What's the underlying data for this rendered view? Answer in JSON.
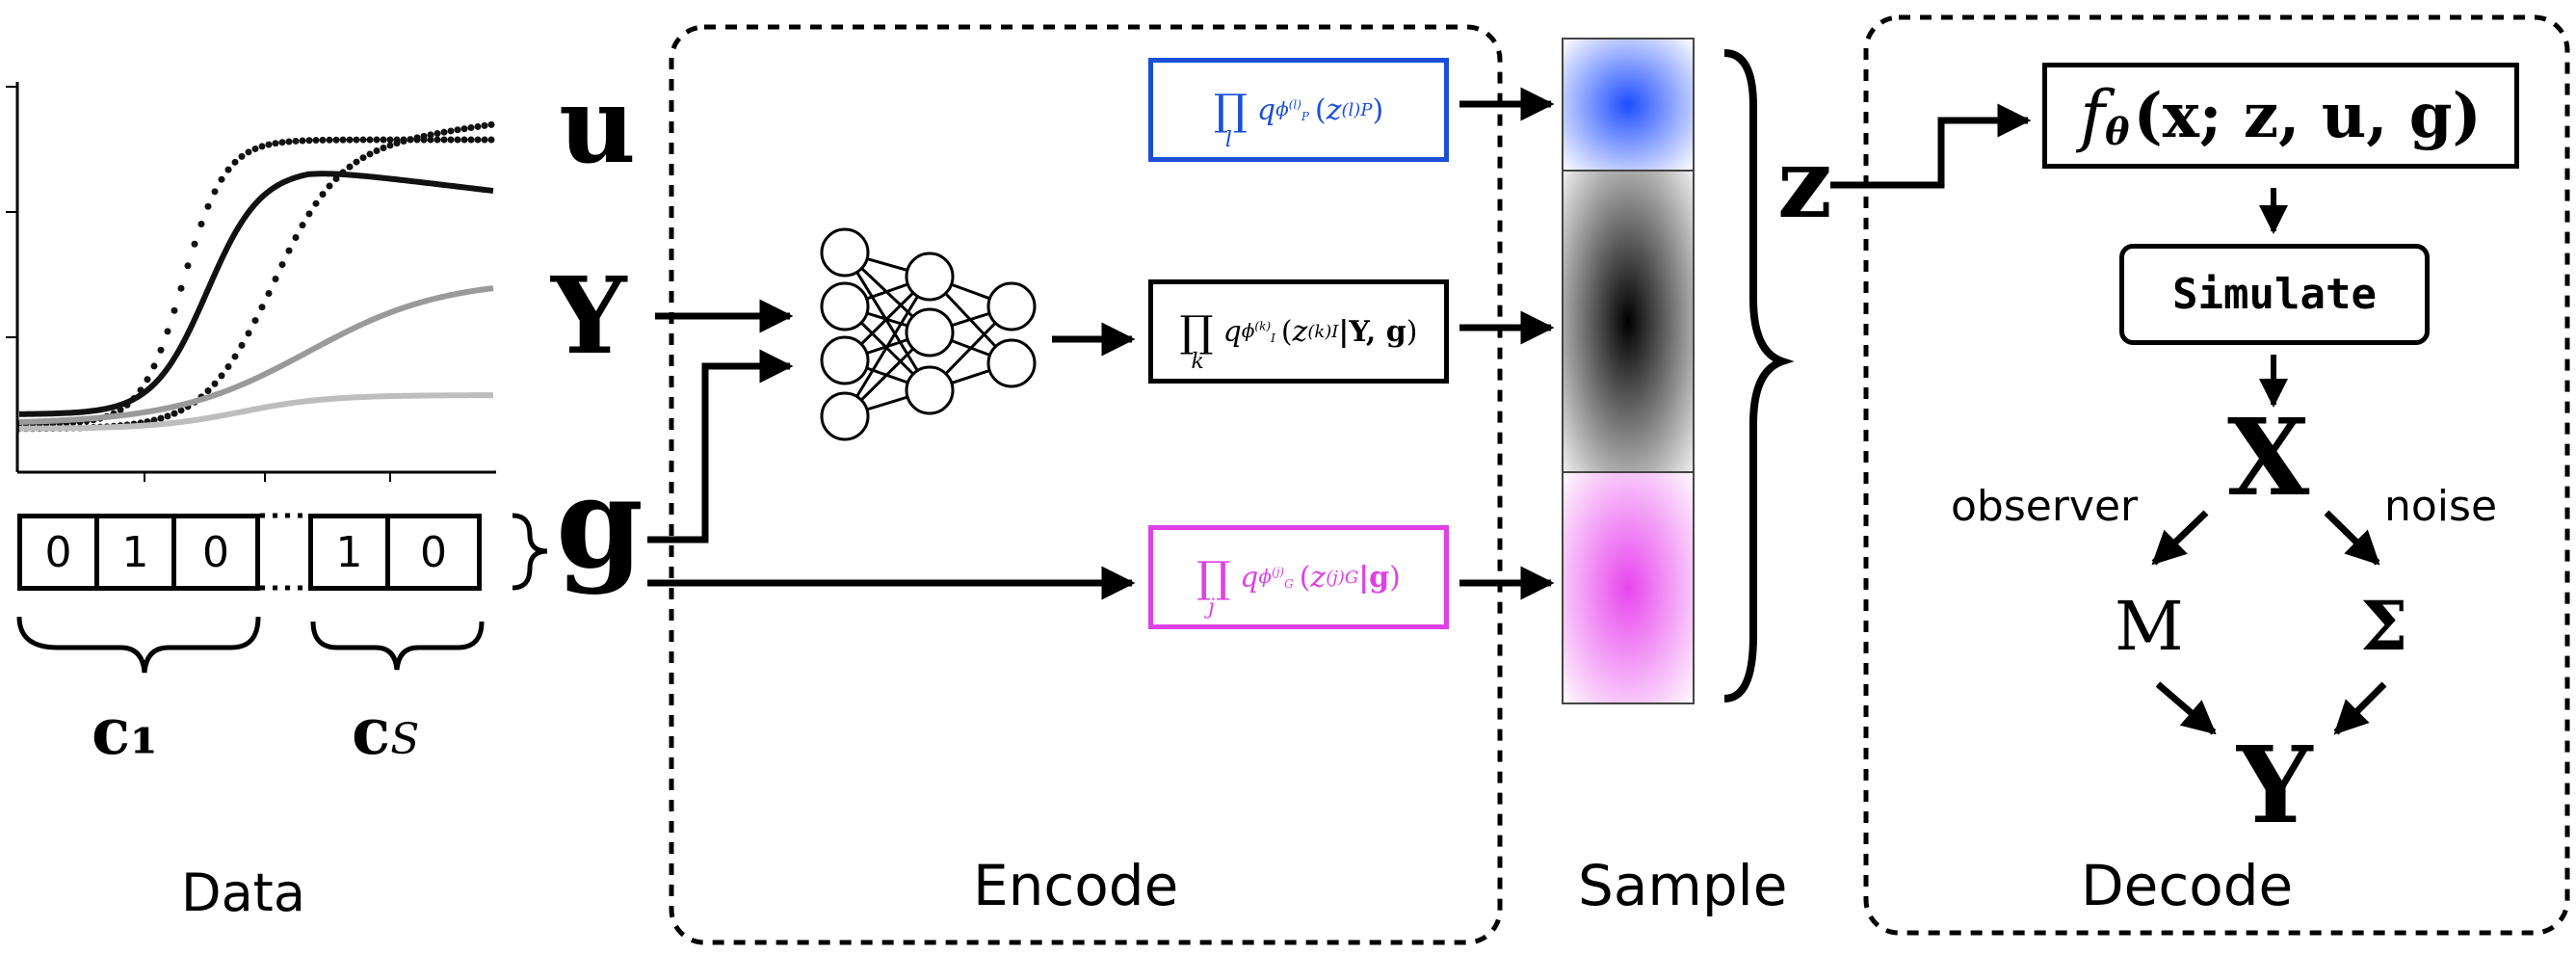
{
  "labels": {
    "data": "Data",
    "encode": "Encode",
    "sample": "Sample",
    "decode": "Decode"
  },
  "variables": {
    "u": "u",
    "Y": "Y",
    "g": "g",
    "z": "z",
    "X": "X",
    "M": "M",
    "Sigma": "Σ",
    "Y_out": "Y"
  },
  "binary": {
    "c1_bits": [
      "0",
      "1",
      "0"
    ],
    "cS_bits": [
      "1",
      "0"
    ],
    "c1": "c₁",
    "cS": "c_S"
  },
  "factors": {
    "population": {
      "prod_index": "l",
      "q": "q",
      "phi": "ϕ",
      "phi_sub": "P",
      "phi_sup": "(l)",
      "z": "z",
      "z_sub": "P",
      "z_sup": "(l)",
      "cond": "",
      "color": "#1a4fd8"
    },
    "individual": {
      "prod_index": "k",
      "q": "q",
      "phi": "ϕ",
      "phi_sub": "I",
      "phi_sup": "(k)",
      "z": "z",
      "z_sub": "I",
      "z_sup": "(k)",
      "cond": "|Y, g",
      "color": "#000000"
    },
    "group": {
      "prod_index": "j",
      "q": "q",
      "phi": "ϕ",
      "phi_sub": "G",
      "phi_sup": "(j)",
      "z": "z",
      "z_sub": "G",
      "z_sup": "(j)",
      "cond": "|g",
      "color": "#e040e8"
    }
  },
  "decoder": {
    "function": "f",
    "theta": "θ",
    "args": "(x; z, u, g)",
    "simulate": "Simulate",
    "observer": "observer",
    "noise": "noise"
  },
  "colors": {
    "population": "#1a4fd8",
    "individual": "#000000",
    "group": "#e040e8"
  }
}
